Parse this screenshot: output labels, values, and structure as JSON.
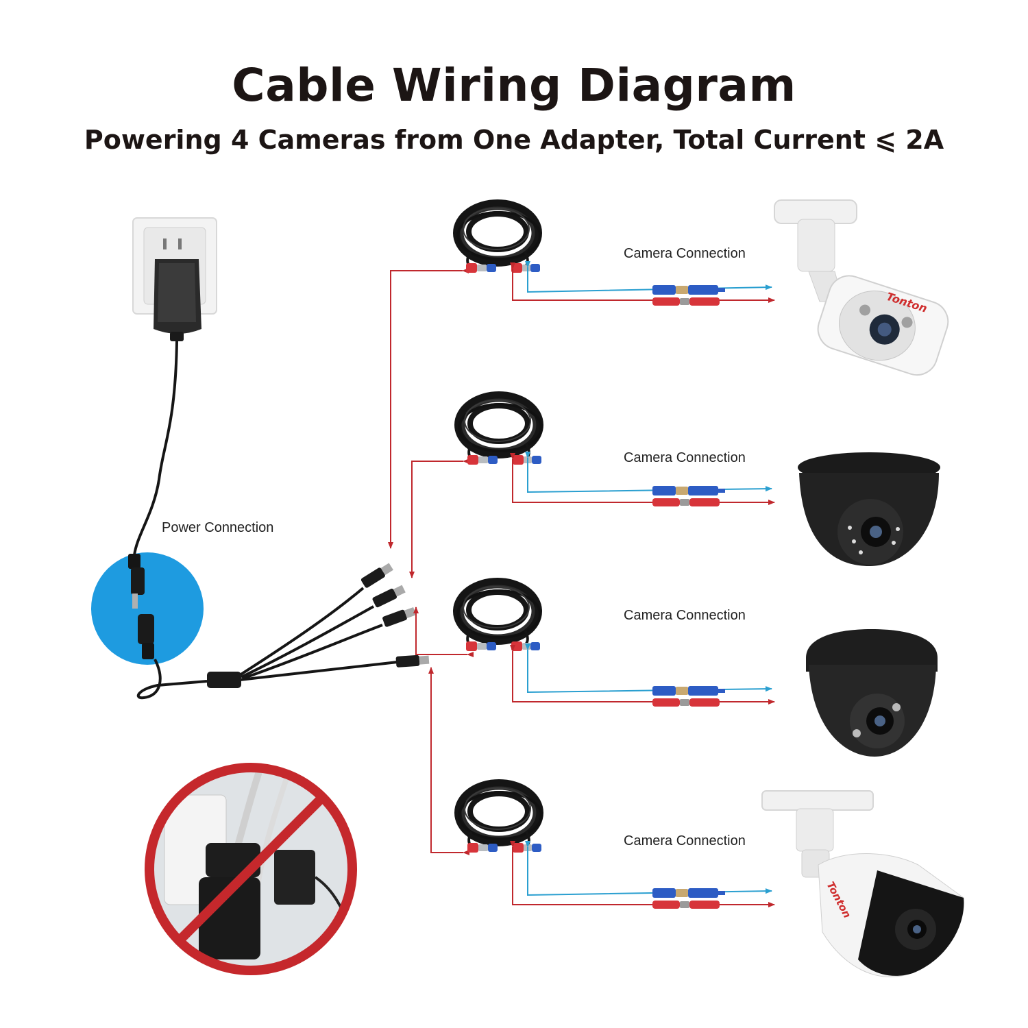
{
  "header": {
    "title": "Cable Wiring Diagram",
    "subtitle": "Powering 4 Cameras from One Adapter, Total Current ⩽ 2A"
  },
  "labels": {
    "power": "Power Connection",
    "cameras": [
      "Camera Connection",
      "Camera Connection",
      "Camera Connection",
      "Camera Connection"
    ]
  },
  "colors": {
    "power_line": "#c0282d",
    "video_line": "#2a9fd0",
    "cable": "#151515",
    "highlight_circle": "#1e9be0",
    "prohibition": "#c5282c"
  },
  "icons": [
    "wall-outlet-icon",
    "power-adapter-icon",
    "splitter-cable-icon",
    "coiled-cable-icon",
    "bullet-camera-icon",
    "dome-camera-icon",
    "no-power-strip-icon"
  ]
}
